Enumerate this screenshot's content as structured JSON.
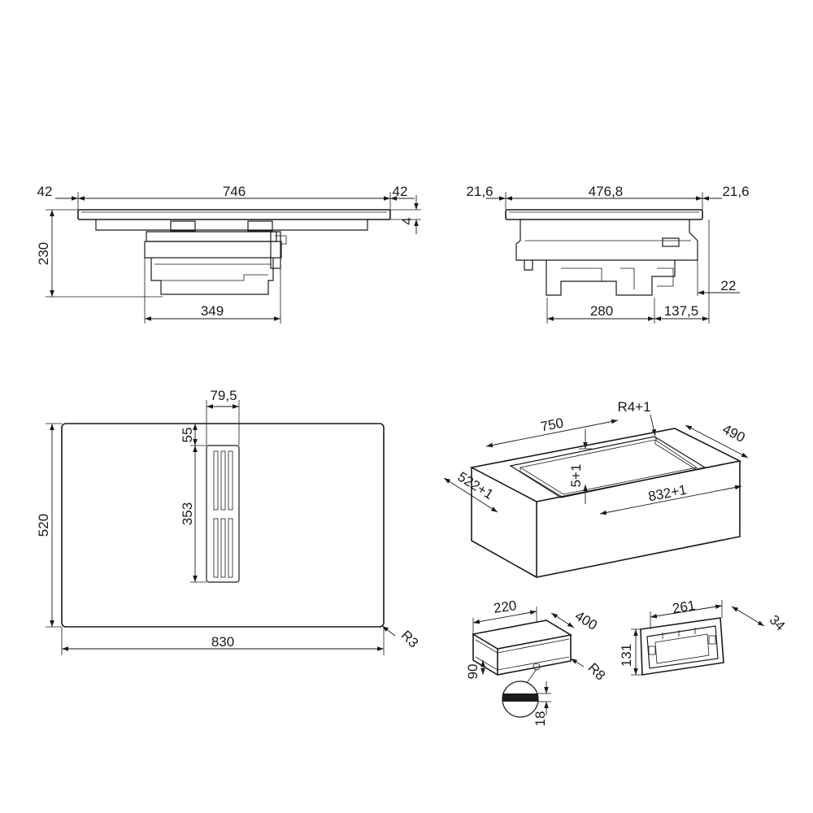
{
  "front_view": {
    "left_overhang": "42",
    "top_width": "746",
    "right_overhang": "42",
    "glass_thickness": "4",
    "height": "230",
    "body_width": "349"
  },
  "side_view": {
    "left_overhang": "21,6",
    "top_width": "476,8",
    "right_overhang": "21,6",
    "rear_offset": "22",
    "motor_width": "280",
    "motor_offset": "137,5"
  },
  "top_view": {
    "vent_width": "79,5",
    "vent_offset": "55",
    "vent_length": "353",
    "depth": "520",
    "width": "830",
    "corner_radius": "R3"
  },
  "cutout_view": {
    "corner_radius": "R4+1",
    "width": "750",
    "depth": "490",
    "rebate_depth": "5+1",
    "outer_depth": "522+1",
    "outer_width": "832+1"
  },
  "duct_view": {
    "width": "220",
    "length": "400",
    "height": "90",
    "radius": "R8",
    "thickness": "18"
  },
  "adapter_view": {
    "width": "261",
    "depth": "34",
    "height": "131"
  }
}
